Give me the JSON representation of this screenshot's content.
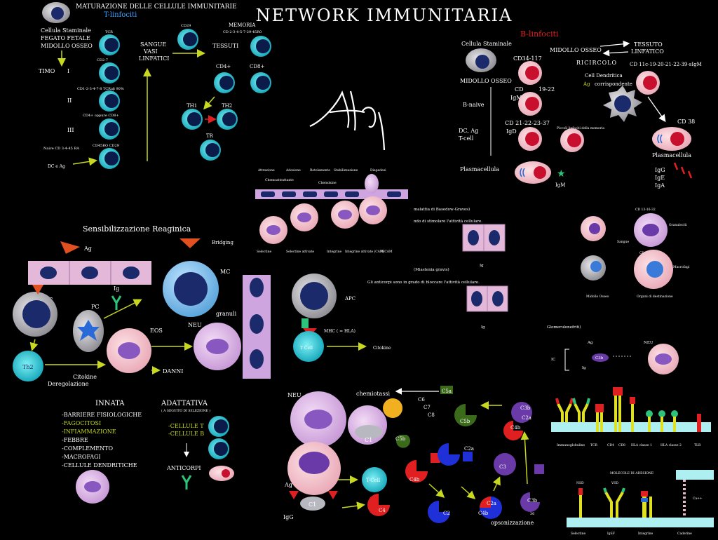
{
  "title": "NETWORK IMMUNITARIA",
  "tcell": {
    "maturation_title": "MATURAZIONE DELLE CELLULE IMMUNITARIE",
    "t_linfociti": "T-linfociti",
    "cellula_staminale": "Cellula Staminale",
    "fegato_fetale": "FEGATO FETALE",
    "midollo_osseo": "MIDOLLO OSSEO",
    "timo": "TIMO",
    "stage_i": "I",
    "stage_ii": "II",
    "stage_iii": "III",
    "tcr": "TCR",
    "cd2_7": "CD2-7",
    "cd_list": "CD1-2-3-4-7-8 TCRaβ 90%",
    "cd4_cd8": "CD4+ oppure CD8+",
    "naive": "Naive CD 3-4-45 RA",
    "cd45ro": "CD45RO CD29",
    "dc_ag": "DC e Ag",
    "sangue": "SANGUE",
    "vasi": "VASI",
    "linfatici": "LINFATICI",
    "cd29": "CD29",
    "tessuti": "TESSUTI",
    "memoria": "MEMORIA",
    "memoria_cd": "CD 2-3-4-5-7-29-45R0",
    "cd4plus": "CD4+",
    "cd8plus": "CD8+",
    "th1": "TH1",
    "th2": "TH2",
    "tr": "TR"
  },
  "bcell": {
    "b_linfociti": "B-linfociti",
    "cellula_staminale": "Cellula Staminale",
    "midollo_osseo": "MIDOLLO OSSEO",
    "midollo_osseo_2": "MIDOLLO OSSEO",
    "tessuto": "TESSUTO",
    "linfatico": "LINFATICO",
    "ricircolo": "RICIRCOLO",
    "cd34": "CD34-117",
    "cd_1922": "CD",
    "n_1922": "19-22",
    "igm": "IgM",
    "b_naive": "B-naive",
    "cd_212223": "CD  21-22-23-37",
    "igd": "IgD",
    "dc_ag": "DC, Ag",
    "t_cell": "T-cell",
    "piccoli": "Piccoli linfociti della memoria",
    "cell_dendritica": "Cell Dendritica",
    "ag": "Ag",
    "corrispondente": "corrispondente",
    "cd11": "CD 11c-19-20-21-22-39-sIgM",
    "cd38": "CD 38",
    "plasmacellula": "Plasmacellula",
    "plasmacellula_2": "Plasmacellula",
    "igm_2": "IgM",
    "igg": "IgG",
    "ige": "IgE",
    "iga": "IgA"
  },
  "migration": {
    "labels": [
      "Attrazione",
      "Adesione",
      "Rotolamento",
      "Stabilizzazione",
      "Diapedesi"
    ],
    "chemo1": "Chemoattrattante",
    "chemo2": "Chemokine",
    "bottom": [
      "Selectine",
      "Selectine attivate",
      "Integrine",
      "Integrine attivate (CAM)",
      "PECAM"
    ]
  },
  "reaginic": {
    "title": "Sensibilizzazione Reaginica",
    "ag": "Ag",
    "bridging": "Bridging",
    "apc": "APC",
    "ig": "Ig",
    "mc": "MC",
    "pc": "PC",
    "granuli": "granuli",
    "eos": "EOS",
    "neu": "NEU",
    "th2": "Th2",
    "citokine": "Citokine",
    "deregolazione": "Deregolazione",
    "danni": "DANNI"
  },
  "apc_box": {
    "apc": "APC",
    "mhc": "MHC ( = HLA)",
    "tcell": "T Cell",
    "citokine": "Citokine"
  },
  "autoimmune": {
    "line1": "malattia di Basedow-Graves)",
    "line2": "ndo di stimolare l'attività cellulare.",
    "ig1": "Ig",
    "line3": "(Miastenia gravis)",
    "line4": "Gli anticorpi sono in grado di bloccare l'attività cellulare.",
    "ig2": "Ig"
  },
  "macro": {
    "cd": "CD 13-16-32",
    "granulociti": "Granulociti",
    "sangue": "Sangue",
    "cd68": "CD 68",
    "macrofagi": "Macrofagi",
    "midollo": "Midollo Osseo",
    "organi": "Organi di destinazione"
  },
  "glomerulo": {
    "title": "Glomerulonefriti)",
    "ag": "Ag",
    "ic": "IC",
    "ig": "Ig",
    "c3b": "C3b",
    "neu": "NEU"
  },
  "innata": {
    "title": "INNATA",
    "items": [
      "-BARRIERE FISIOLOGICHE",
      "-FAGOCITOSI",
      "-INFIAMMAZIONE",
      "-FEBBRE",
      "-COMPLEMENTO",
      "-MACROFAGI",
      "-CELLULE DENDRITICHE"
    ]
  },
  "adattativa": {
    "title": "ADATTATIVA",
    "subtitle": "( A SEGUITO DI SELEZIONE )",
    "cellule_t": "-CELLULE T",
    "cellule_b": "-CELLULE B",
    "anticorpi": "ANTICORPI"
  },
  "complement": {
    "neu": "NEU",
    "chemiotassi": "chemiotassi",
    "c5a": "C5a",
    "c6": "C6",
    "c7": "C7",
    "c8": "C8",
    "c5b": "C5b",
    "c5b_2": "C5b",
    "c1": "C1",
    "c1_2": "C1",
    "c3b": "C3b",
    "c2a": "C2a",
    "c2a_2": "C2a",
    "c4b": "C4b",
    "c4b_2": "C4b",
    "c4b_3": "C4b",
    "c3": "C3",
    "c3b_2": "C3b",
    "c2": "C2",
    "c4": "C4",
    "tcell": "T-Cell",
    "ag": "Ag",
    "igg": "IgG",
    "n36": "36",
    "opsonizzazione": "opsonizzazione"
  },
  "receptors": {
    "labels": [
      "Immunoglobuline",
      "TCR",
      "CD4",
      "CD8",
      "HLA classe 1",
      "HLA classe 2",
      "TLR"
    ],
    "adesione": "MOLECOLE  DI  ADESIONE",
    "ncam": "NSD",
    "vcam": "VSD",
    "bottom": [
      "Selectine",
      "IgSF",
      "Integrine",
      "Caderine"
    ],
    "ca": "Ca++"
  },
  "colors": {
    "tcell": "#29c9d6",
    "bcell_red": "#d42030",
    "membrane": "#cfa5e0",
    "nucleus": "#1a2a6a",
    "arrow": "#c8d820"
  }
}
